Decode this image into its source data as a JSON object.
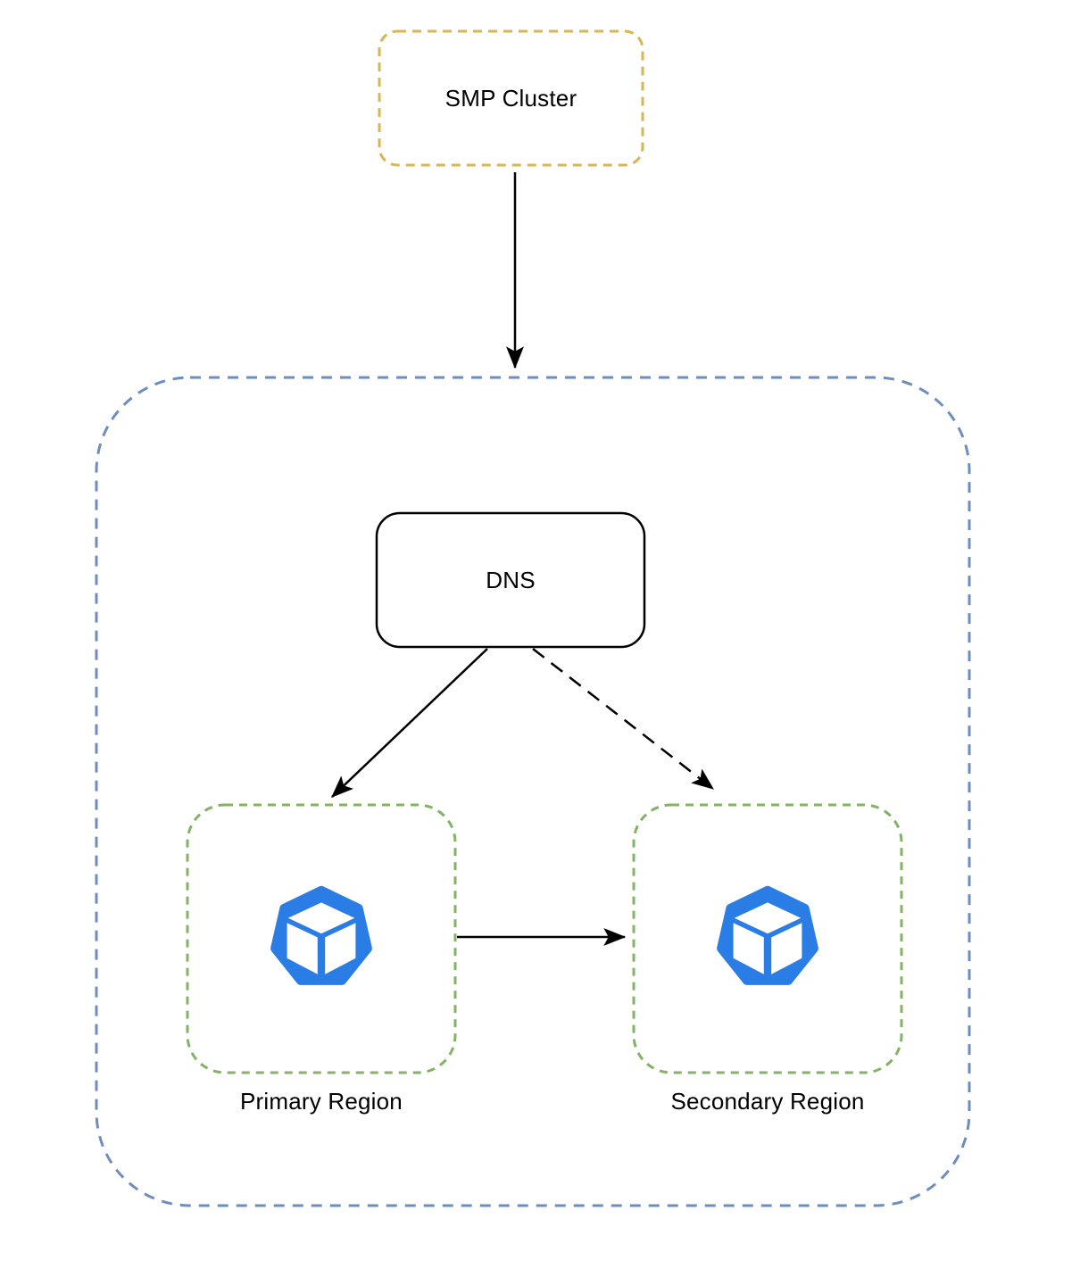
{
  "diagram": {
    "type": "architecture-diagram",
    "nodes": {
      "smp_cluster": {
        "label": "SMP Cluster",
        "border_color": "#d6b656",
        "border_style": "dashed",
        "fill": "#ffffff"
      },
      "region_container": {
        "border_color": "#6c8ebf",
        "border_style": "dashed",
        "fill": "#ffffff"
      },
      "dns": {
        "label": "DNS",
        "border_color": "#000000",
        "border_style": "solid",
        "fill": "#ffffff"
      },
      "primary_region": {
        "label": "Primary Region",
        "border_color": "#82b366",
        "border_style": "dashed",
        "icon": "heptagon-cube-icon",
        "icon_color": "#2b7de6",
        "fill": "#ffffff"
      },
      "secondary_region": {
        "label": "Secondary Region",
        "border_color": "#82b366",
        "border_style": "dashed",
        "icon": "heptagon-cube-icon",
        "icon_color": "#2b7de6",
        "fill": "#ffffff"
      }
    },
    "edges": [
      {
        "id": "smp-to-regions",
        "from": "smp_cluster",
        "to": "region_container",
        "style": "solid",
        "arrow": "end",
        "color": "#000000"
      },
      {
        "id": "dns-to-primary",
        "from": "dns",
        "to": "primary_region",
        "style": "solid",
        "arrow": "end",
        "color": "#000000"
      },
      {
        "id": "dns-to-secondary",
        "from": "dns",
        "to": "secondary_region",
        "style": "dashed",
        "arrow": "end",
        "color": "#000000"
      },
      {
        "id": "primary-to-secondary",
        "from": "primary_region",
        "to": "secondary_region",
        "style": "solid",
        "arrow": "end",
        "color": "#000000"
      }
    ]
  }
}
